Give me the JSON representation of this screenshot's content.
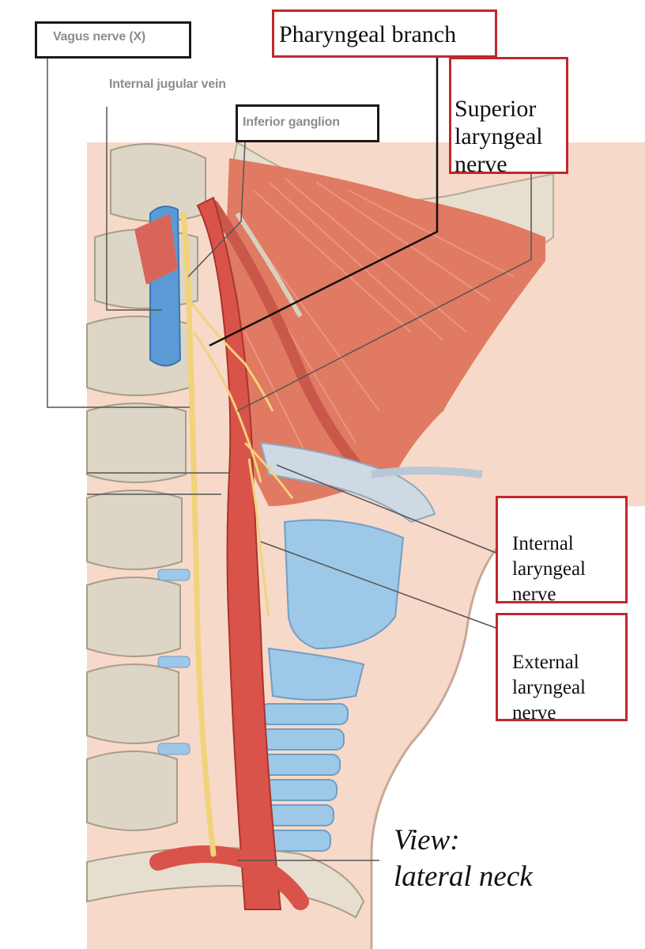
{
  "labels": {
    "vagus": "Vagus nerve (X)",
    "ijv": "Internal jugular vein",
    "inferior_ganglion": "Inferior  ganglion",
    "pharyngeal": "Pharyngeal branch",
    "superior_laryngeal": "Superior\nlaryngeal\nnerve",
    "internal_laryngeal": "Internal\nlaryngeal\nnerve",
    "external_laryngeal": "External\nlaryngeal\nnerve"
  },
  "view": {
    "line1": "View:",
    "line2": "lateral neck"
  },
  "colors": {
    "box_black": "#1a1a1a",
    "box_red": "#c0282d",
    "muscle": "#e07a62",
    "artery": "#d9534a",
    "vein": "#5b9bd5",
    "nerve": "#f2d27a",
    "cartilage": "#9ec8e8",
    "bone": "#ddd6c6",
    "skin": "#f7d9c9"
  }
}
